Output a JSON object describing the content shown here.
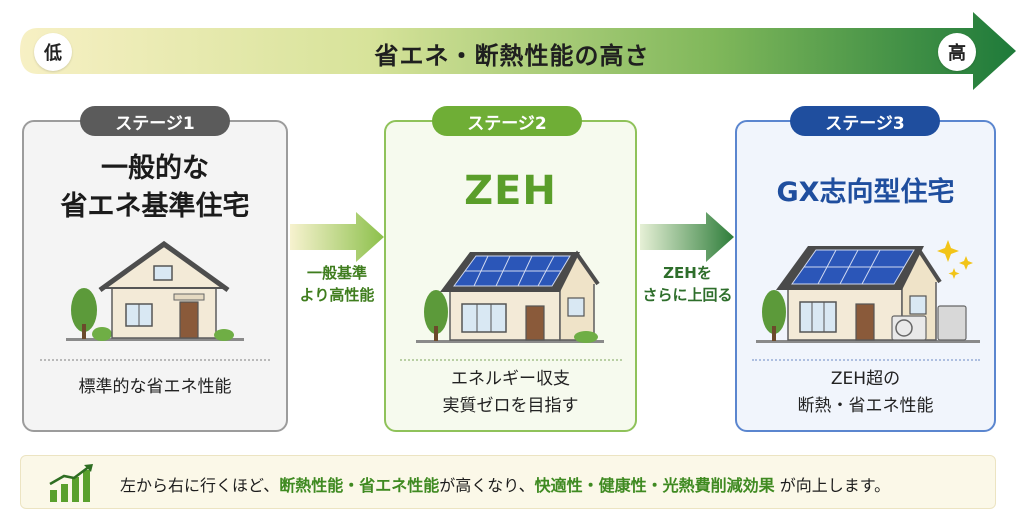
{
  "scale": {
    "low_label": "低",
    "high_label": "高",
    "title": "省エネ・断熱性能の高さ"
  },
  "stages": [
    {
      "badge": "ステージ1",
      "title_line1": "一般的な",
      "title_line2": "省エネ基準住宅",
      "desc_line1": "標準的な省エネ性能",
      "color": "#5b5b5b"
    },
    {
      "badge": "ステージ2",
      "title_line1": "ZEH",
      "desc_line1": "エネルギー収支",
      "desc_line2": "実質ゼロを目指す",
      "color": "#6fae36"
    },
    {
      "badge": "ステージ3",
      "title_line1": "GX志向型住宅",
      "desc_line1": "ZEH超の",
      "desc_line2": "断熱・省エネ性能",
      "color": "#1f4e9e"
    }
  ],
  "connectors": [
    {
      "line1": "一般基準",
      "line2": "より高性能"
    },
    {
      "line1": "ZEHを",
      "line2": "さらに上回る"
    }
  ],
  "banner": {
    "icon": "growth-chart-icon",
    "text_before": "左から右に行くほど、",
    "highlight1": "断熱性能・省エネ性能",
    "text_mid": "が高くなり、",
    "highlight2": "快適性・健康性・光熱費削減効果",
    "text_after": " が向上します。"
  }
}
